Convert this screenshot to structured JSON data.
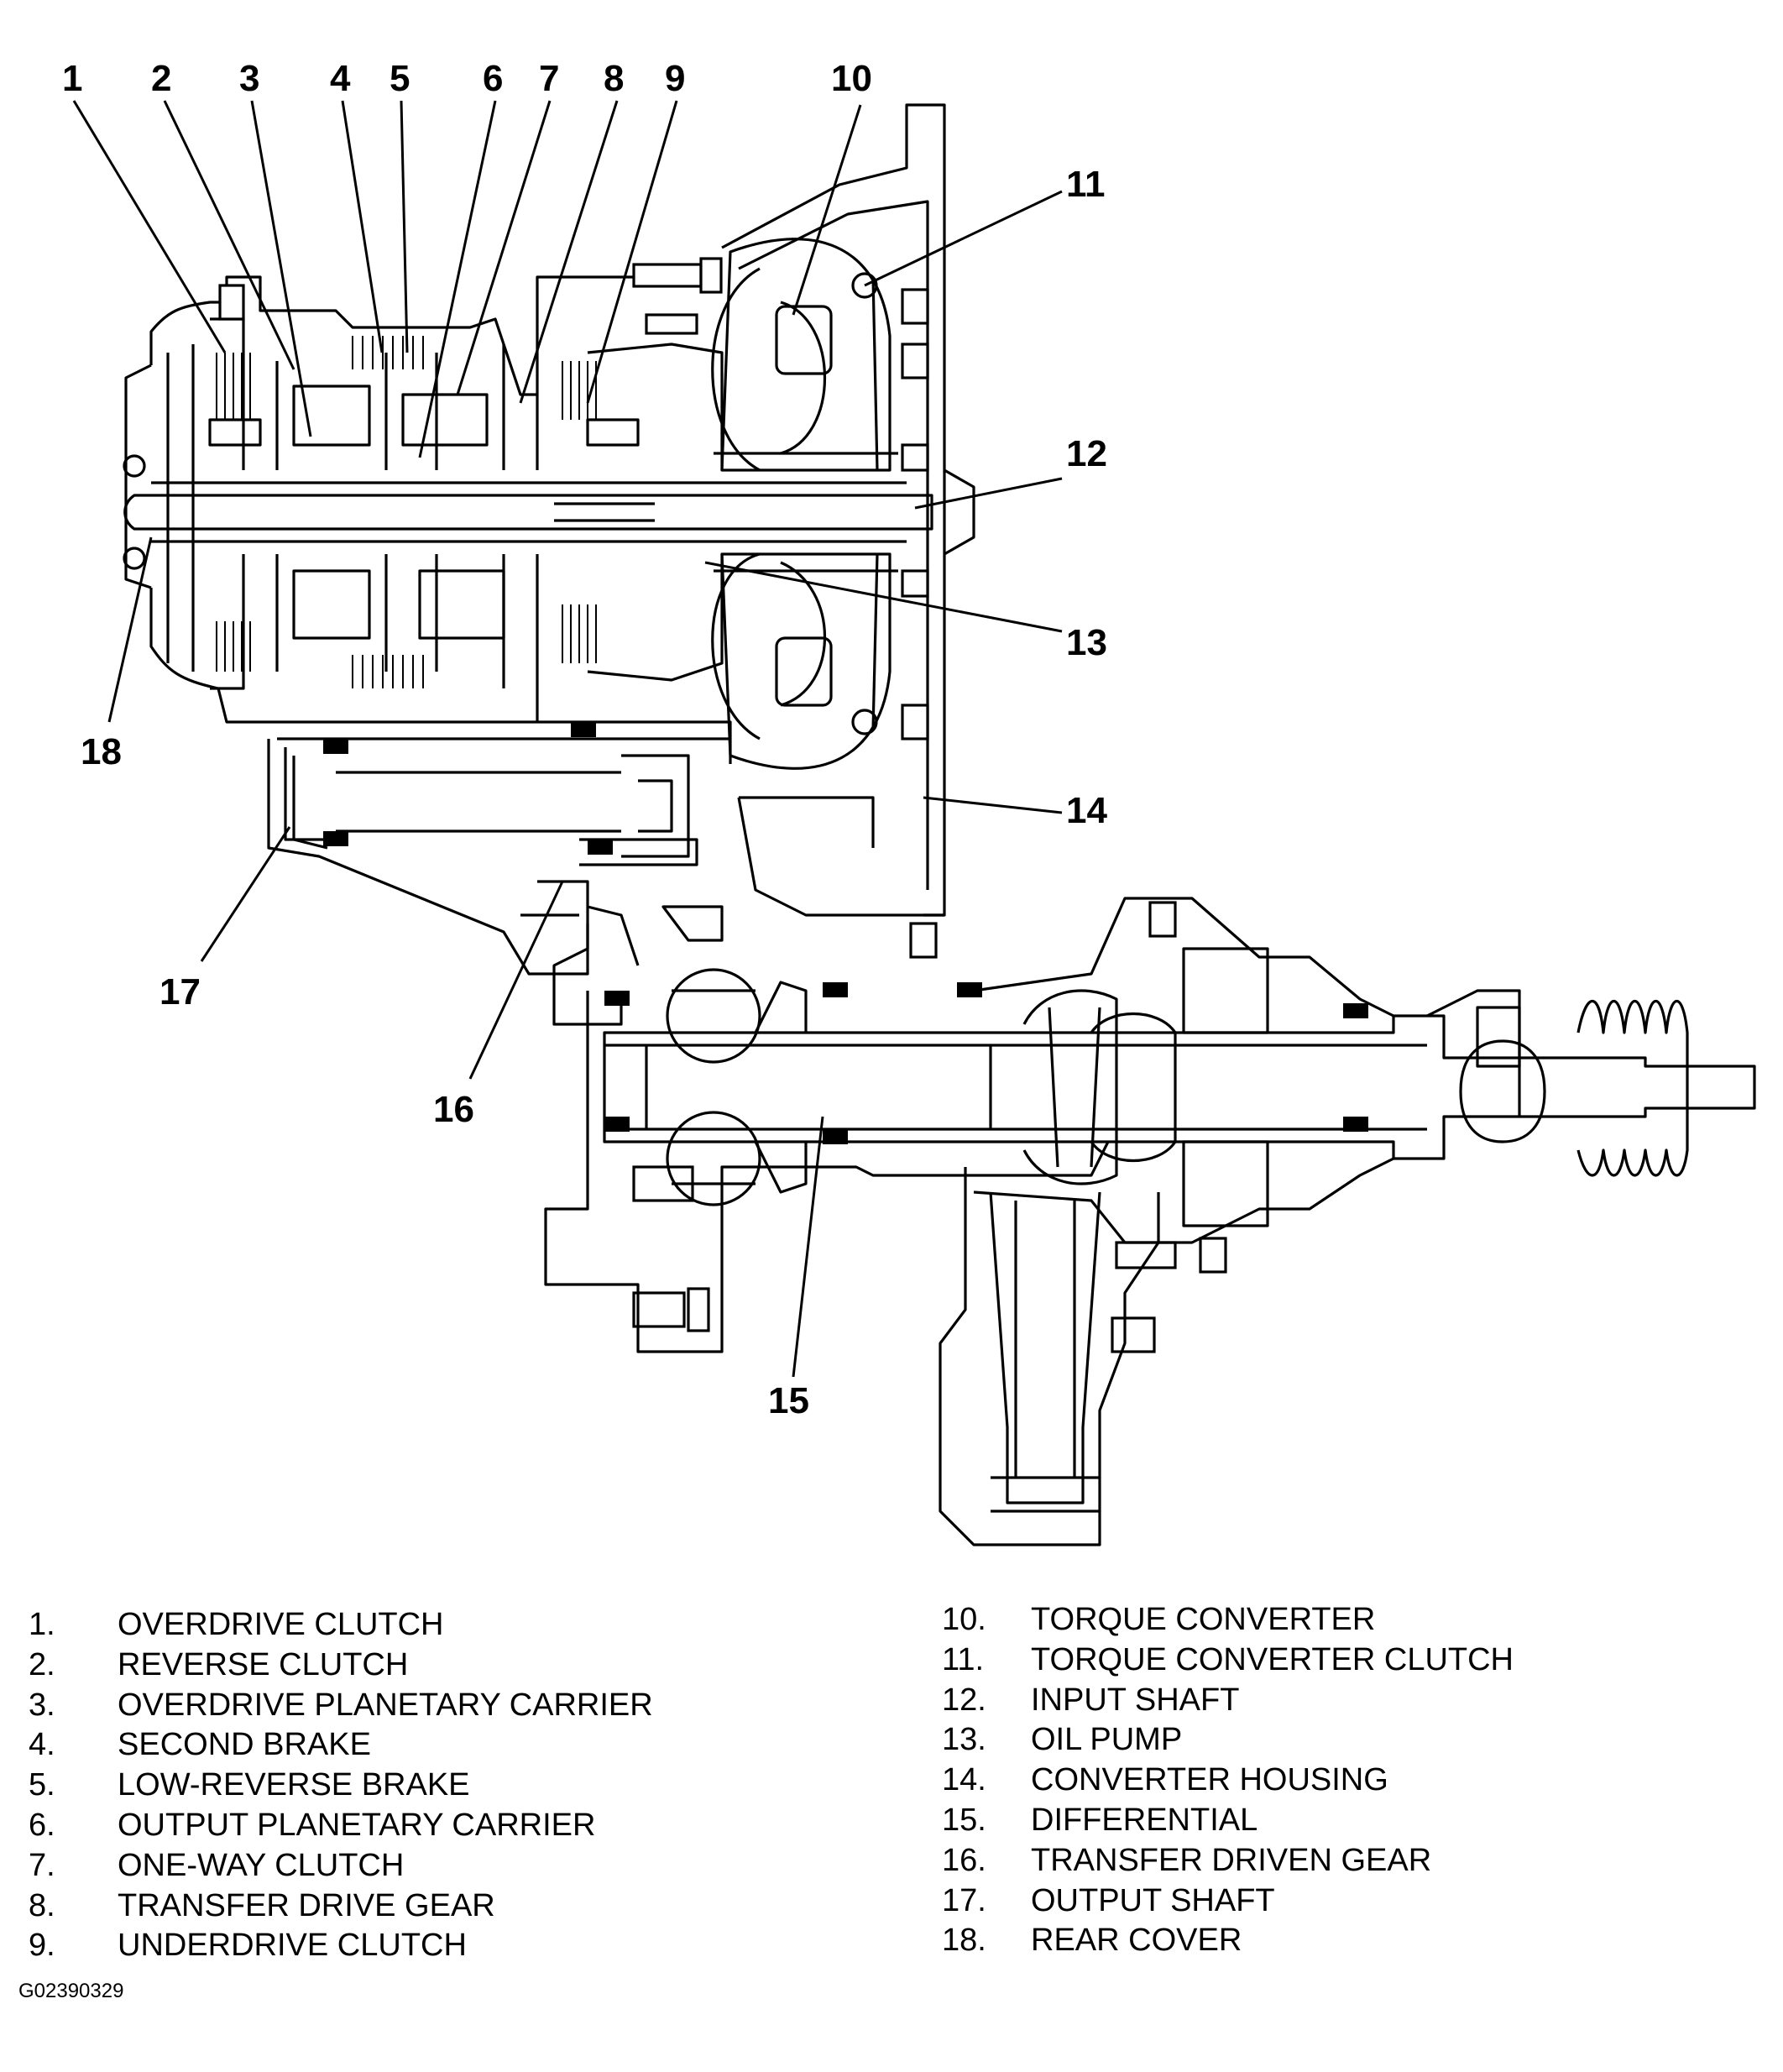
{
  "callouts": [
    "1",
    "2",
    "3",
    "4",
    "5",
    "6",
    "7",
    "8",
    "9",
    "10",
    "11",
    "12",
    "13",
    "14",
    "15",
    "16",
    "17",
    "18"
  ],
  "legend": [
    {
      "num": "1.",
      "label": "OVERDRIVE CLUTCH"
    },
    {
      "num": "2.",
      "label": "REVERSE CLUTCH"
    },
    {
      "num": "3.",
      "label": "OVERDRIVE PLANETARY CARRIER"
    },
    {
      "num": "4.",
      "label": "SECOND BRAKE"
    },
    {
      "num": "5.",
      "label": "LOW-REVERSE BRAKE"
    },
    {
      "num": "6.",
      "label": "OUTPUT PLANETARY CARRIER"
    },
    {
      "num": "7.",
      "label": "ONE-WAY CLUTCH"
    },
    {
      "num": "8.",
      "label": "TRANSFER DRIVE GEAR"
    },
    {
      "num": "9.",
      "label": "UNDERDRIVE CLUTCH"
    },
    {
      "num": "10.",
      "label": "TORQUE CONVERTER"
    },
    {
      "num": "11.",
      "label": "TORQUE CONVERTER CLUTCH"
    },
    {
      "num": "12.",
      "label": "INPUT SHAFT"
    },
    {
      "num": "13.",
      "label": "OIL PUMP"
    },
    {
      "num": "14.",
      "label": "CONVERTER HOUSING"
    },
    {
      "num": "15.",
      "label": "DIFFERENTIAL"
    },
    {
      "num": "16.",
      "label": "TRANSFER DRIVEN GEAR"
    },
    {
      "num": "17.",
      "label": "OUTPUT SHAFT"
    },
    {
      "num": "18.",
      "label": "REAR COVER"
    }
  ],
  "figure_code": "G02390329"
}
